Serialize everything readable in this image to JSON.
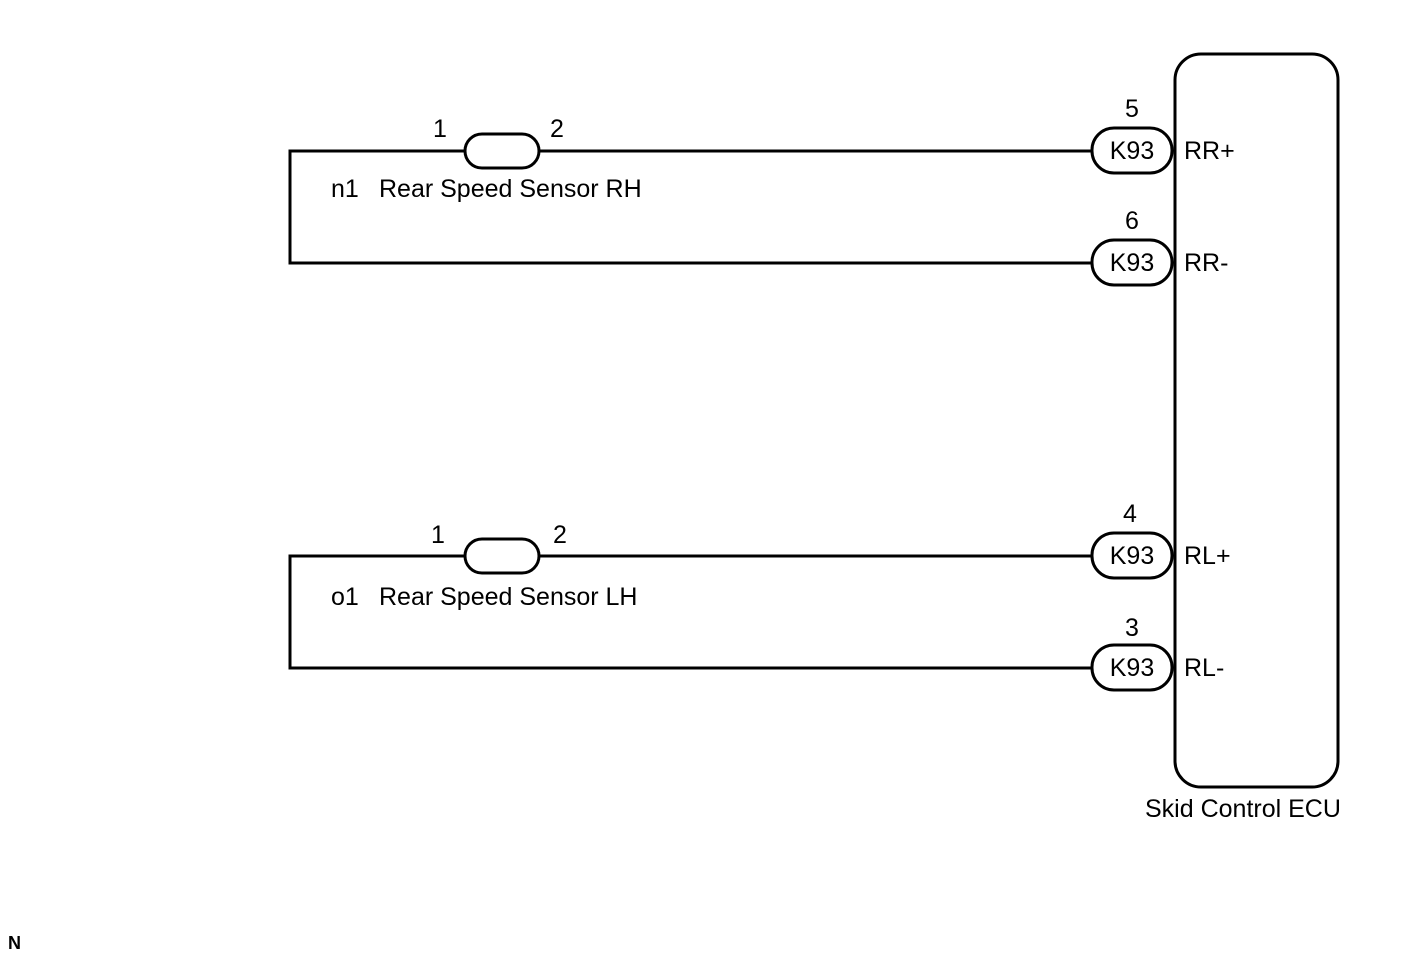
{
  "sensors": [
    {
      "code": "n1",
      "name": "Rear Speed Sensor RH",
      "pin_left": "1",
      "pin_right": "2"
    },
    {
      "code": "o1",
      "name": "Rear Speed Sensor LH",
      "pin_left": "1",
      "pin_right": "2"
    }
  ],
  "ecu": {
    "name": "Skid Control ECU",
    "terminals": [
      {
        "pin": "5",
        "connector": "K93",
        "signal": "RR+"
      },
      {
        "pin": "6",
        "connector": "K93",
        "signal": "RR-"
      },
      {
        "pin": "4",
        "connector": "K93",
        "signal": "RL+"
      },
      {
        "pin": "3",
        "connector": "K93",
        "signal": "RL-"
      }
    ]
  },
  "corner_mark": "N"
}
